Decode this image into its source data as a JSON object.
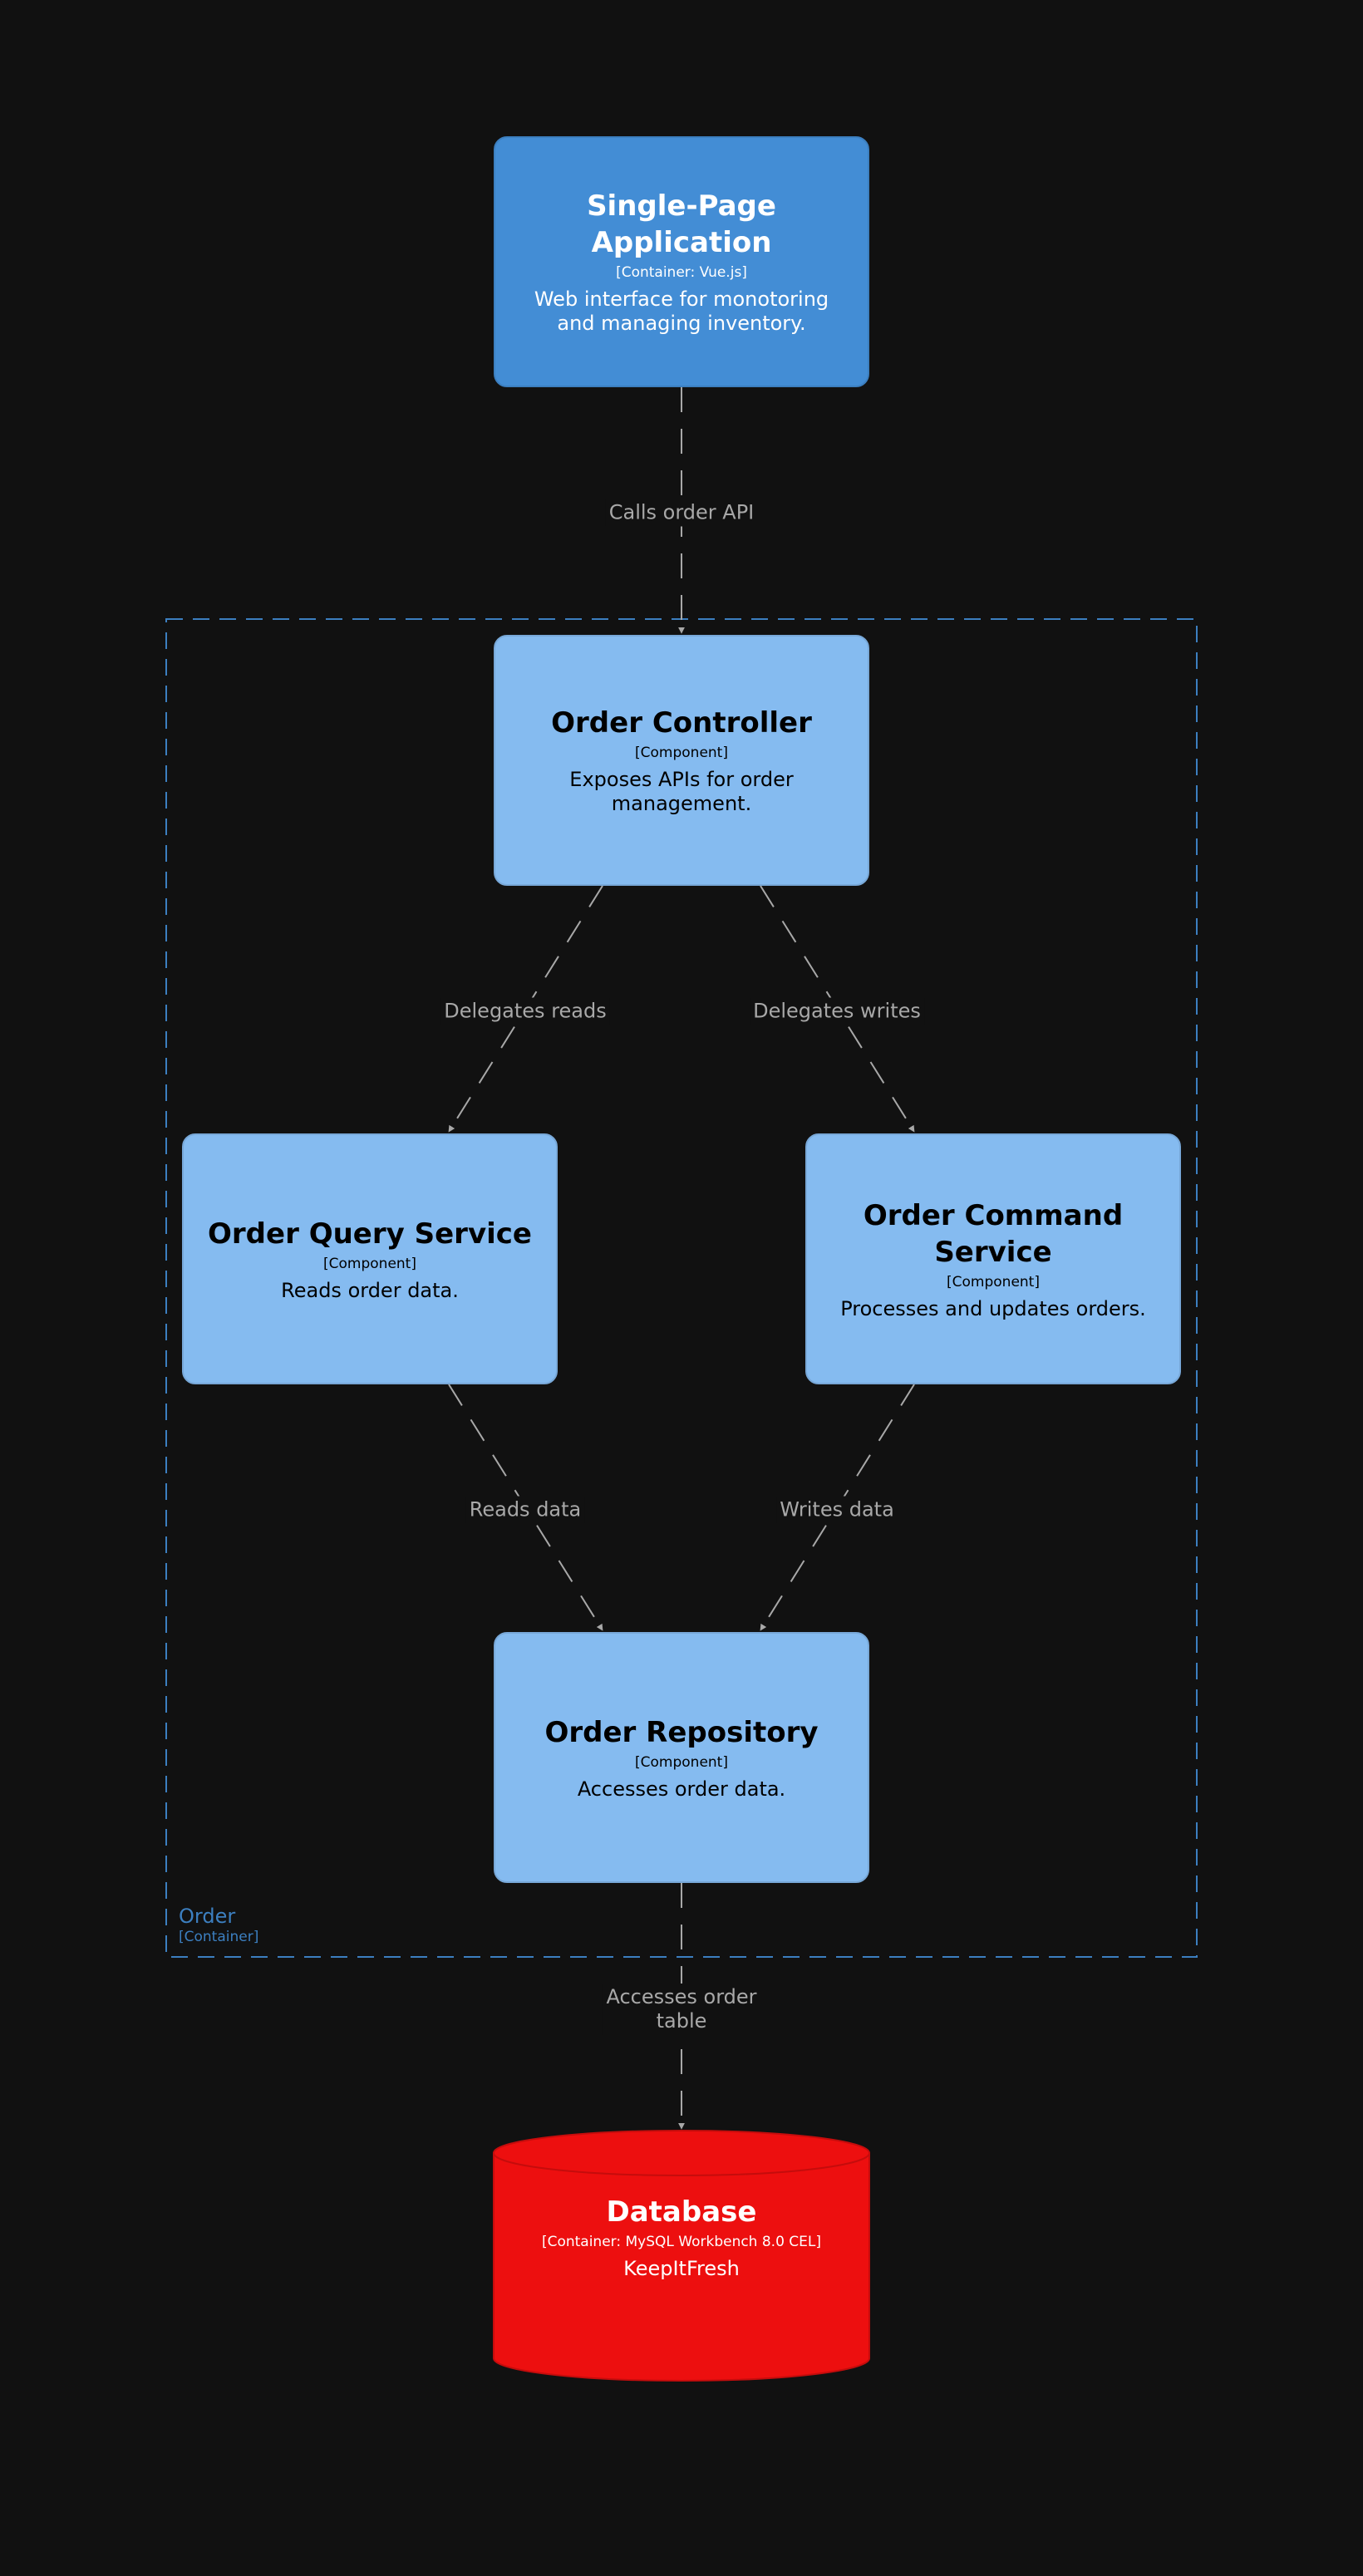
{
  "nodes": {
    "spa": {
      "title": "Single-Page Application",
      "tech": "[Container: Vue.js]",
      "desc": "Web interface for monotoring and managing inventory."
    },
    "controller": {
      "title": "Order Controller",
      "tech": "[Component]",
      "desc": "Exposes APIs for order management."
    },
    "query": {
      "title": "Order Query Service",
      "tech": "[Component]",
      "desc": "Reads order data."
    },
    "command": {
      "title": "Order Command Service",
      "tech": "[Component]",
      "desc": "Processes and updates orders."
    },
    "repository": {
      "title": "Order Repository",
      "tech": "[Component]",
      "desc": "Accesses order data."
    },
    "database": {
      "title": "Database",
      "tech": "[Container: MySQL Workbench 8.0 CEL]",
      "desc": "KeepItFresh"
    }
  },
  "boundary": {
    "name": "Order",
    "type": "[Container]"
  },
  "edges": {
    "spa_to_controller": "Calls order API",
    "controller_to_query": "Delegates reads",
    "controller_to_command": "Delegates writes",
    "query_to_repository": "Reads data",
    "command_to_repository": "Writes data",
    "repository_to_database": "Accesses order\ntable"
  },
  "colors": {
    "background": "#111111",
    "container_fill": "#438dd5",
    "component_fill": "#85bbf0",
    "database_fill": "#ed0f0f",
    "boundary_stroke": "#3c7fc0",
    "edge_stroke": "#a8a8a8"
  }
}
